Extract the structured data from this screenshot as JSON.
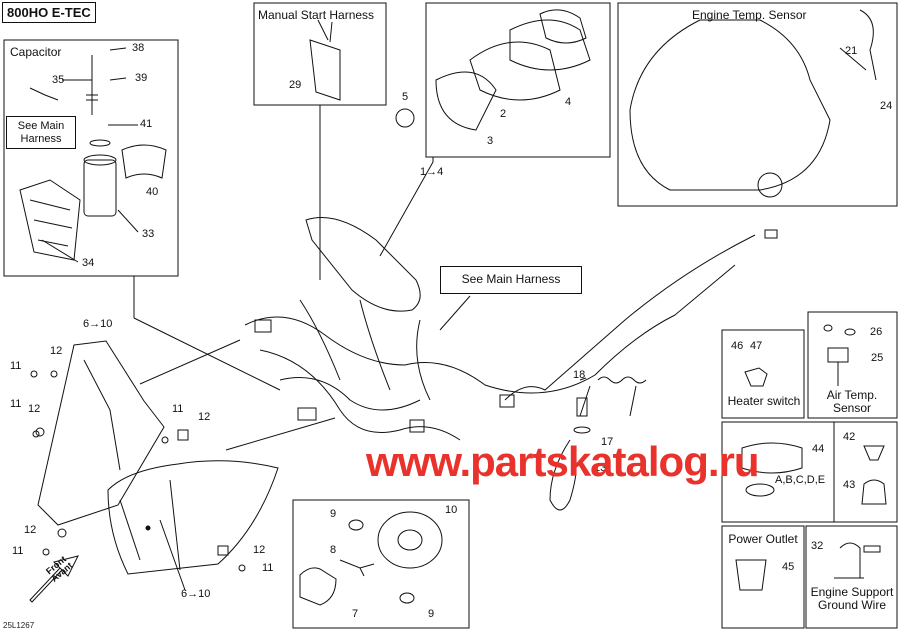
{
  "header": {
    "model": "800HO E-TEC"
  },
  "watermark": "www.partskatalog.ru",
  "diagram_code": "25L1267",
  "front_arrow": {
    "line1": "Front",
    "line2": "Avant"
  },
  "groups": {
    "capacitor": "Capacitor",
    "manual_start": "Manual Start Harness",
    "engine_temp": "Engine Temp. Sensor",
    "see_main_1": "See Main Harness",
    "see_main_2": "See Main Harness",
    "heater_switch": "Heater switch",
    "air_temp": "Air Temp. Sensor",
    "power_outlet": "Power Outlet",
    "engine_ground": "Engine Support Ground Wire"
  },
  "callouts": {
    "c38": "38",
    "c39": "39",
    "c35": "35",
    "c41": "41",
    "c40": "40",
    "c33": "33",
    "c34": "34",
    "c29": "29",
    "c5": "5",
    "c2": "2",
    "c3": "3",
    "c4": "4",
    "c1to4": "1→4",
    "c21": "21",
    "c24": "24",
    "c6to10a": "6→10",
    "c12a": "12",
    "c11a": "11",
    "c11b": "11",
    "c12b": "12",
    "c11c": "11",
    "c12c": "12",
    "c12d": "12",
    "c11d": "11",
    "c6to10b": "6→10",
    "c12e": "12",
    "c11e": "11",
    "c9a": "9",
    "c10": "10",
    "c8": "8",
    "c7": "7",
    "c9b": "9",
    "c18": "18",
    "c17": "17",
    "c13": "13",
    "c46": "46",
    "c47": "47",
    "c26": "26",
    "c25": "25",
    "c44": "44",
    "c44sub": "A,B,C,D,E",
    "c42": "42",
    "c43": "43",
    "c45": "45",
    "c32": "32"
  }
}
